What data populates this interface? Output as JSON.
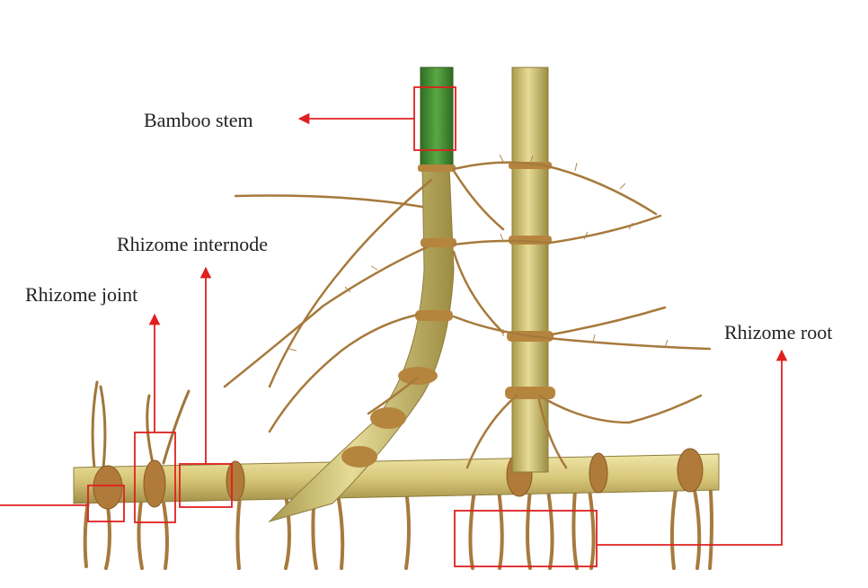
{
  "labels": {
    "bamboo_stem": "Bamboo stem",
    "rhizome_internode": "Rhizome internode",
    "rhizome_joint": "Rhizome joint",
    "rhizome_root": "Rhizome root"
  },
  "colors": {
    "annotation": "#e02020",
    "stem_green": "#3f8f2f",
    "culm_yellow": "#d8c878",
    "root_brown": "#a77a3c",
    "text": "#222222"
  }
}
